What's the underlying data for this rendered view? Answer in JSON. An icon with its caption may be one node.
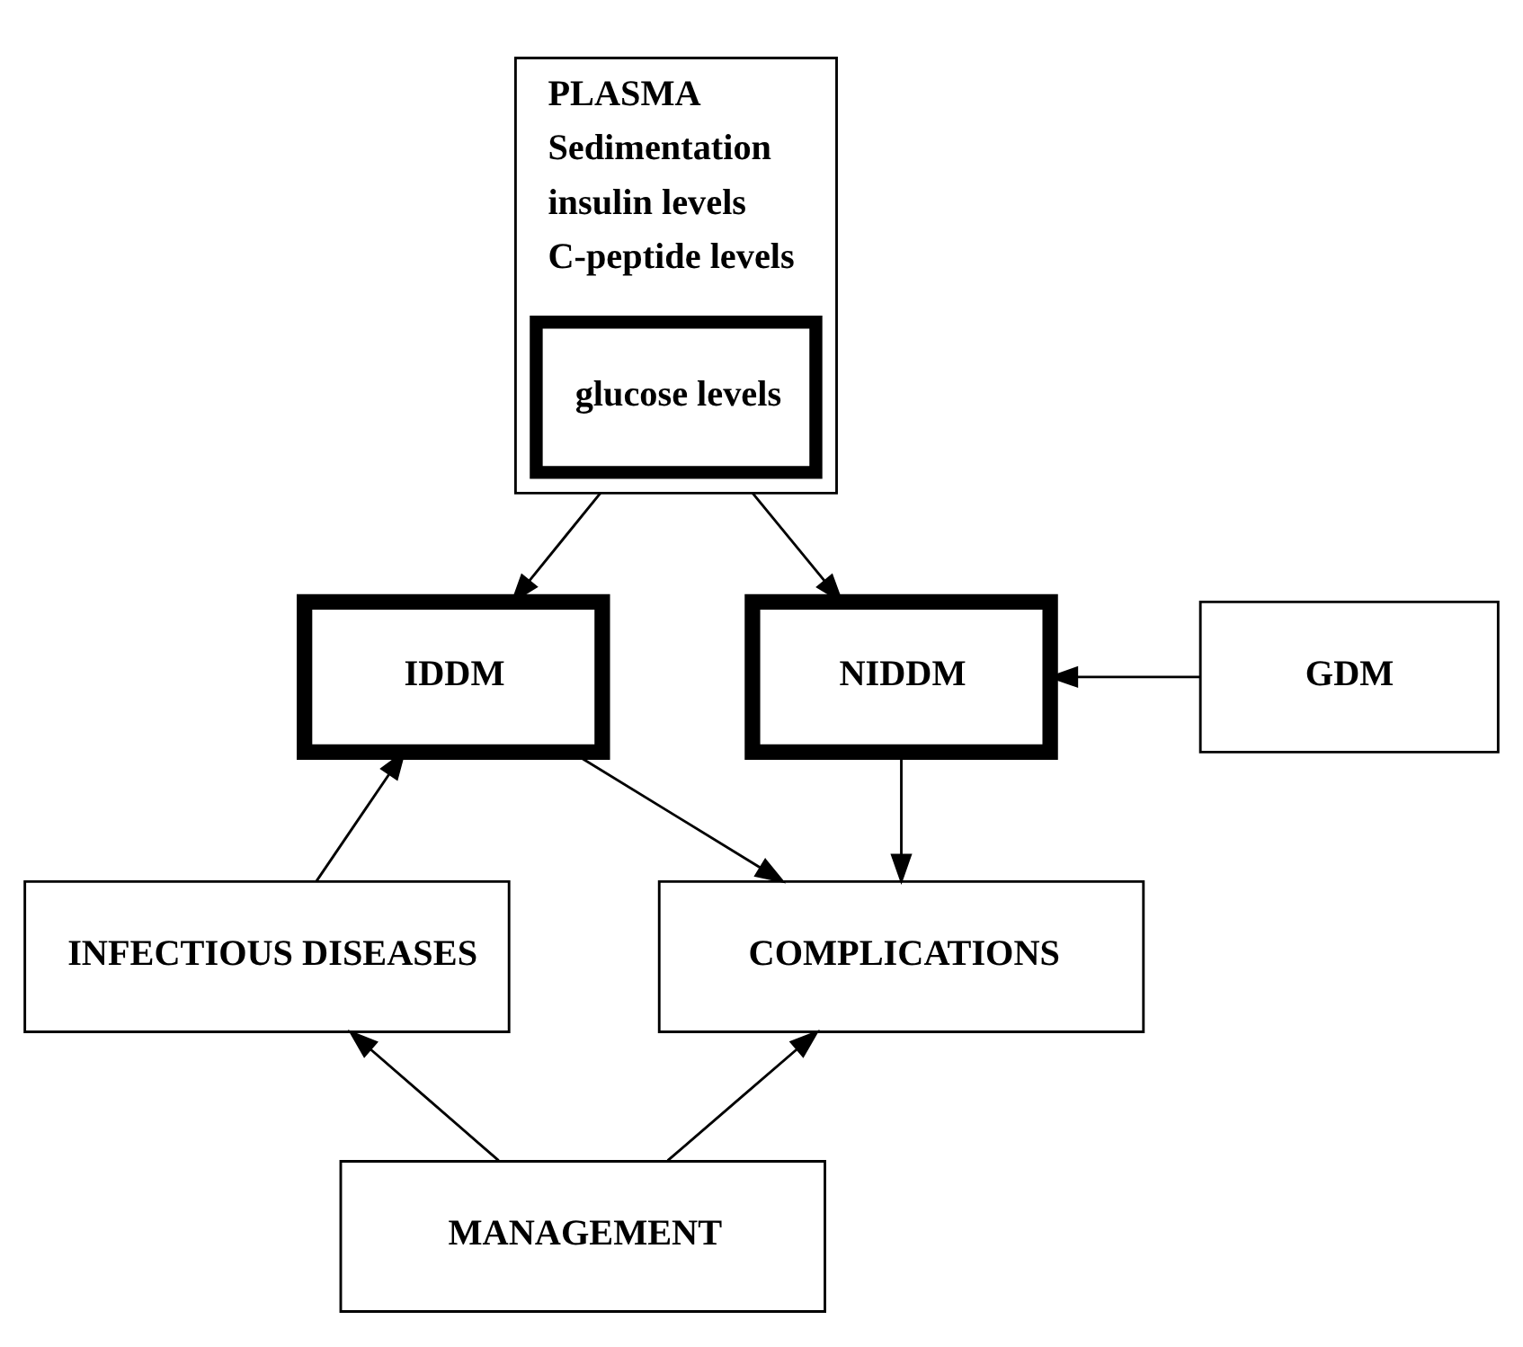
{
  "diagram": {
    "nodes": [
      {
        "text": [
          "PLASMA",
          "Sedimentation",
          "insulin levels",
          "C-peptide levels"
        ]
      },
      {
        "text": [
          "glucose levels"
        ],
        "in": 0
      },
      {
        "text": [
          "IDDM"
        ]
      },
      {
        "text": [
          "NIDDM"
        ]
      },
      {
        "text": [
          "GDM"
        ]
      },
      {
        "text": [
          "INFECTIOUS DISEASES"
        ]
      },
      {
        "text": [
          "COMPLICATIONS"
        ]
      },
      {
        "text": [
          "MANAGEMENT"
        ]
      }
    ],
    "edges": [
      {
        "from": 0,
        "to": 2,
        "arrow": "to"
      },
      {
        "from": 0,
        "to": 3,
        "arrow": "to"
      },
      {
        "from": 4,
        "to": 3,
        "arrow": "to"
      },
      {
        "from": 5,
        "to": 2,
        "arrow": "to"
      },
      {
        "from": 2,
        "to": 6,
        "arrow": "to"
      },
      {
        "from": 3,
        "to": 6,
        "arrow": "to"
      },
      {
        "from": 7,
        "to": 5,
        "arrow": "to"
      },
      {
        "from": 7,
        "to": 6,
        "arrow": "to"
      }
    ]
  }
}
